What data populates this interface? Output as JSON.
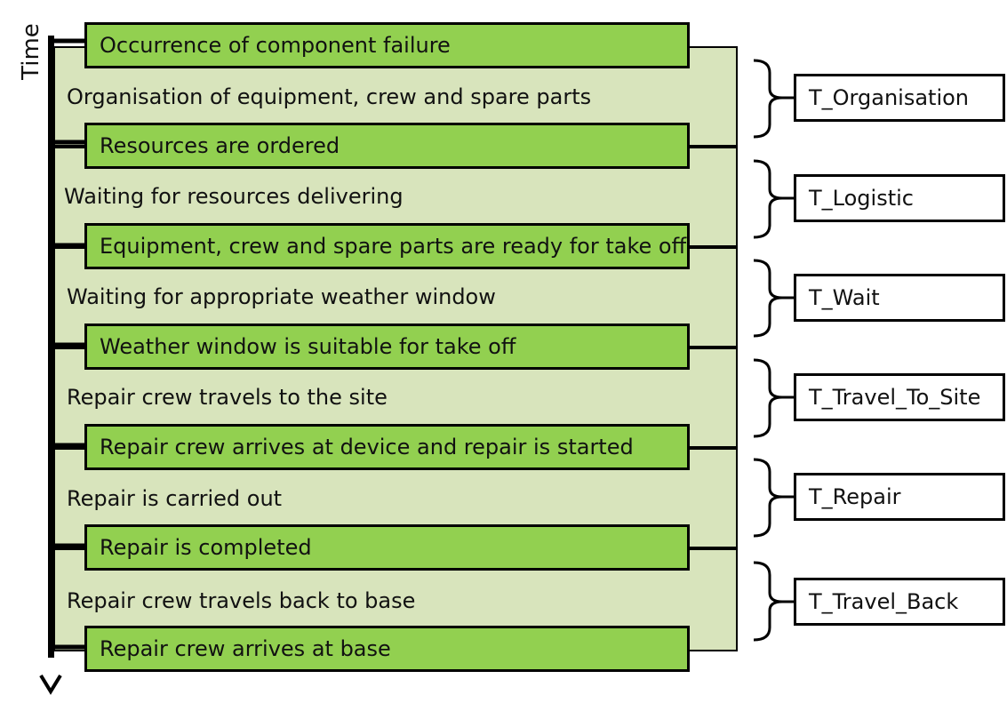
{
  "axis": {
    "label": "Time"
  },
  "colors": {
    "event_fill": "#92d050",
    "phase_fill": "#d8e4bc",
    "stroke": "#000000"
  },
  "events": [
    "Occurrence of component failure",
    "Resources are ordered",
    "Equipment, crew and spare parts are ready for take off",
    "Weather window is suitable for take off",
    "Repair crew arrives at device and repair is started",
    "Repair is completed",
    "Repair crew arrives at base"
  ],
  "phases": [
    {
      "activity": "Organisation of equipment, crew and spare parts",
      "duration": "T_Organisation"
    },
    {
      "activity": "Waiting for resources delivering",
      "duration": "T_Logistic"
    },
    {
      "activity": "Waiting for appropriate weather window",
      "duration": "T_Wait"
    },
    {
      "activity": "Repair crew travels to the site",
      "duration": "T_Travel_To_Site"
    },
    {
      "activity": "Repair is carried out",
      "duration": "T_Repair"
    },
    {
      "activity": "Repair crew travels back to base",
      "duration": "T_Travel_Back"
    }
  ]
}
